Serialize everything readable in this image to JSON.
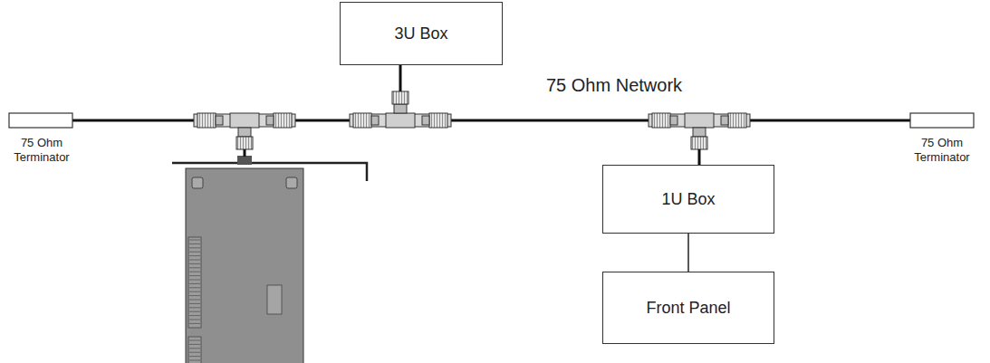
{
  "diagram": {
    "nodes": [
      {
        "text": [
          "3U Box"
        ]
      },
      {
        "text": [
          "1U Box"
        ]
      },
      {
        "text": [
          "Front Panel"
        ]
      }
    ],
    "edges": [
      {
        "from": 1,
        "to": 2,
        "arrow": "none"
      }
    ],
    "labels": [
      "75 Ohm Network",
      "75 Ohm Terminator",
      "75 Ohm Terminator"
    ]
  }
}
